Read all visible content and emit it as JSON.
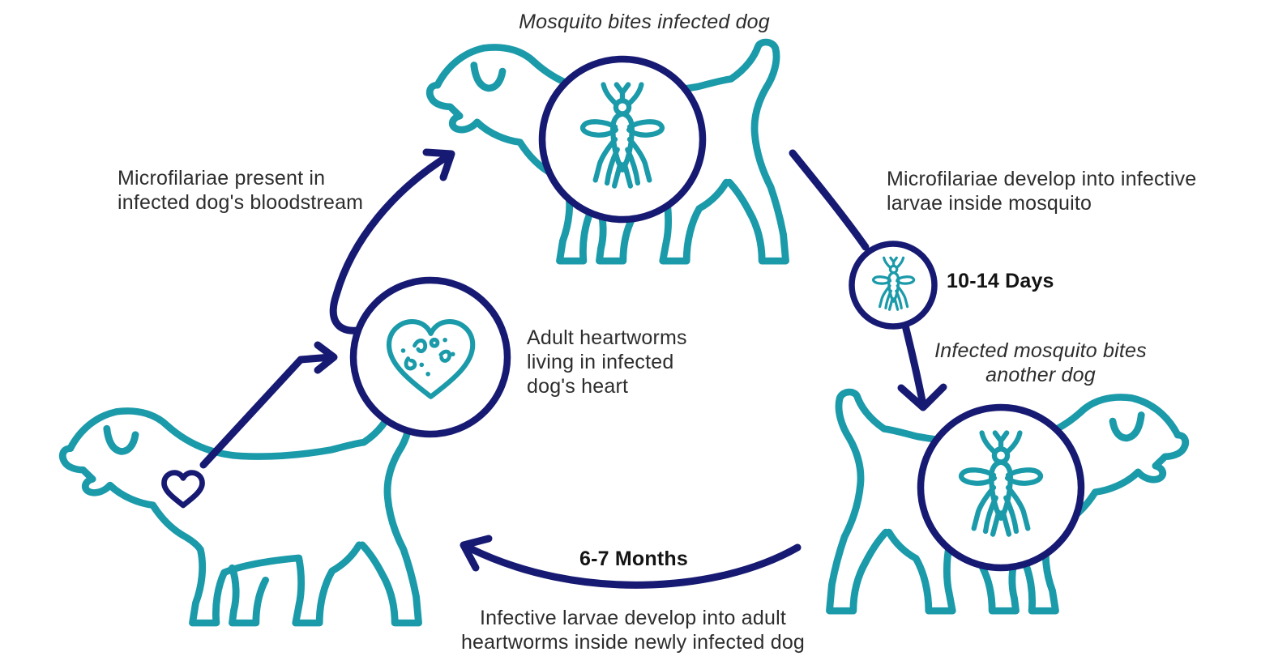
{
  "colors": {
    "teal": "#1b9aaa",
    "navy": "#171a72",
    "text": "#2d2d2d",
    "emphasis": "#141414",
    "background": "#ffffff"
  },
  "labels": {
    "top_caption": "Mosquito bites infected dog",
    "bloodstream_caption": "Microfilariae present in\ninfected dog's bloodstream",
    "heartworms_caption": "Adult heartworms\nliving in infected\ndog's heart",
    "develop_caption": "Microfilariae develop into infective\nlarvae inside mosquito",
    "days_duration": "10-14 Days",
    "infected_bite_caption": "Infected mosquito bites\nanother dog",
    "months_duration": "6-7 Months",
    "larvae_caption": "Infective larvae develop into adult\nheartworms inside newly infected dog"
  },
  "icons": {
    "dog": "dog-outline-icon",
    "mosquito": "mosquito-icon",
    "heartworms": "heartworms-in-heart-icon",
    "heart": "heart-icon"
  }
}
